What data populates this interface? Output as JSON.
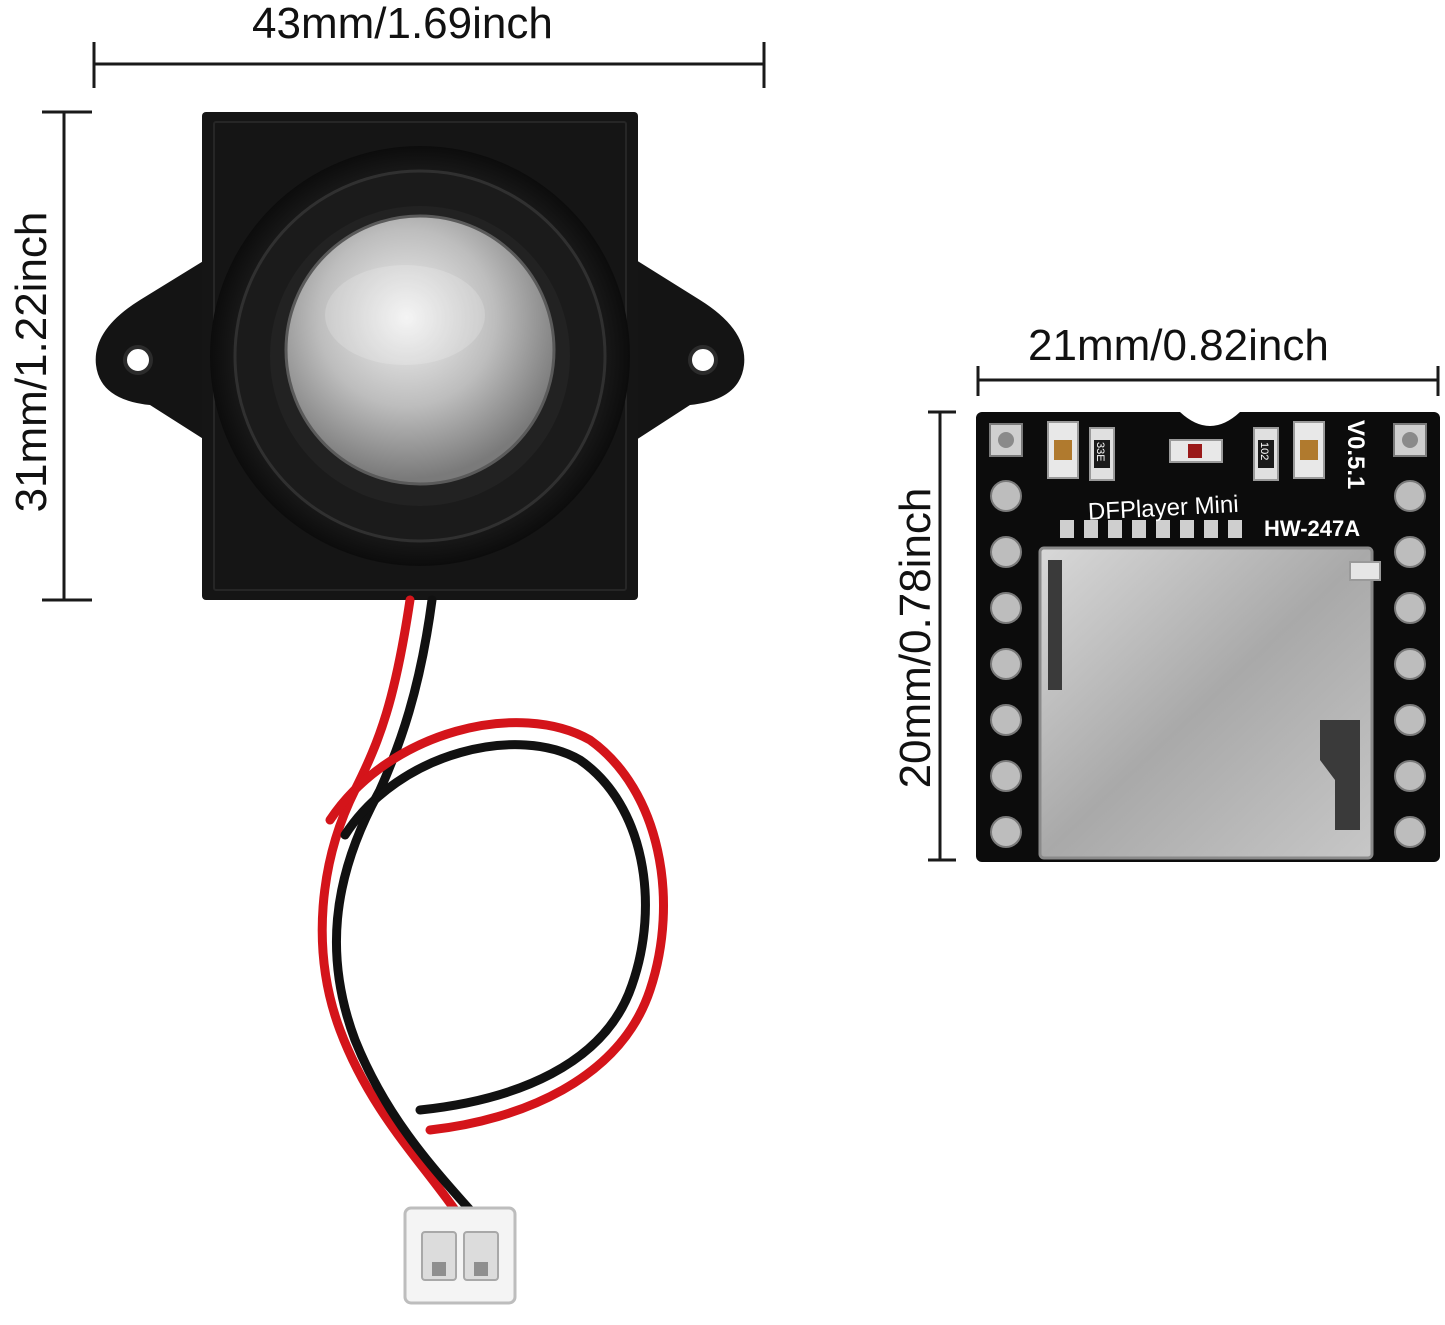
{
  "dimensions": {
    "speaker_width": "43mm/1.69inch",
    "speaker_height": "31mm/1.22inch",
    "board_width": "21mm/0.82inch",
    "board_height": "20mm/0.78inch"
  },
  "board": {
    "name": "DFPlayer Mini",
    "model": "HW-247A",
    "version": "V0.5.1",
    "resistor_left": "33E",
    "resistor_right": "102"
  },
  "colors": {
    "background": "#ffffff",
    "speaker_body": "#141414",
    "pcb": "#0c0c0c",
    "wire_red": "#d4141a",
    "wire_black": "#111111",
    "metal": "#c9c9c9"
  }
}
